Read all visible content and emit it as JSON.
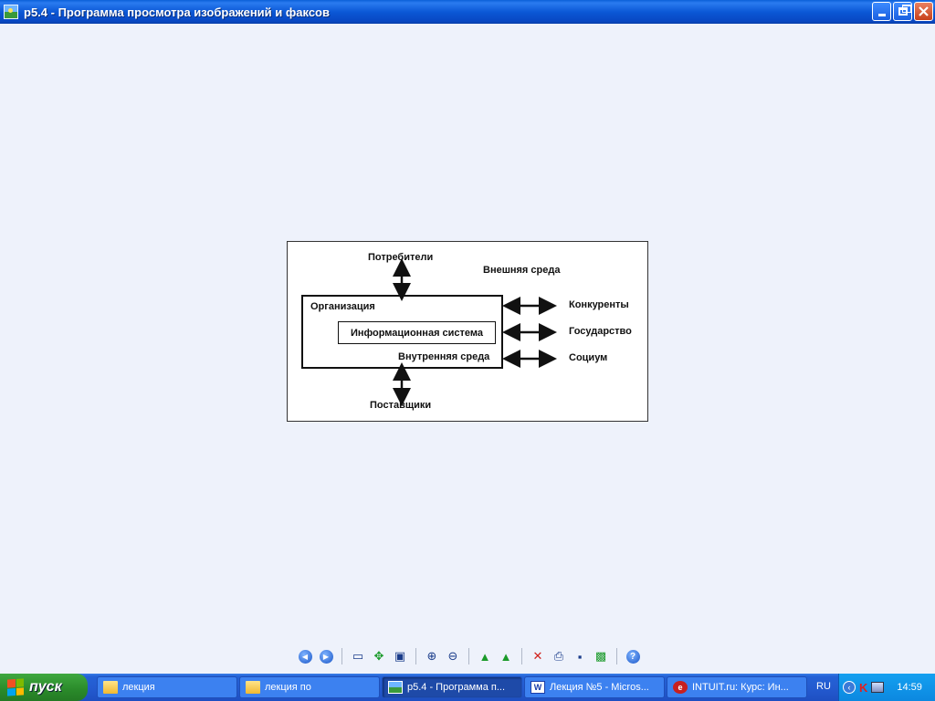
{
  "window": {
    "title": "р5.4 - Программа просмотра изображений и факсов"
  },
  "figure": {
    "consumers": "Потребители",
    "external": "Внешняя среда",
    "organization": "Организация",
    "info_system": "Информационная система",
    "internal": "Внутренняя среда",
    "suppliers": "Поставщики",
    "competitors": "Конкуренты",
    "state": "Государство",
    "society": "Социум"
  },
  "toolbar": {
    "prev": "◀",
    "next": "▶",
    "best_fit": "▭",
    "actual_size": "✥",
    "slideshow": "▣",
    "zoom_in": "⊕",
    "zoom_out": "⊖",
    "rotate_cw": "▲",
    "rotate_ccw": "▲",
    "delete": "✕",
    "print": "⎙",
    "save": "▪",
    "edit": "▩",
    "help": "?"
  },
  "taskbar": {
    "start_label": "пуск",
    "items": [
      {
        "label": "лекция",
        "icon": "folder-icon"
      },
      {
        "label": "лекция по",
        "icon": "folder-icon"
      },
      {
        "label": "р5.4 - Программа п...",
        "icon": "image-viewer-icon"
      },
      {
        "label": "Лекция №5 - Micros...",
        "icon": "word-icon"
      },
      {
        "label": "INTUIT.ru: Курс: Ин...",
        "icon": "browser-icon"
      }
    ],
    "language": "RU",
    "clock": "14:59"
  },
  "icon_glyphs": {
    "word": "W",
    "browser": "e",
    "antivirus": "K",
    "tray_chevron": "‹"
  }
}
